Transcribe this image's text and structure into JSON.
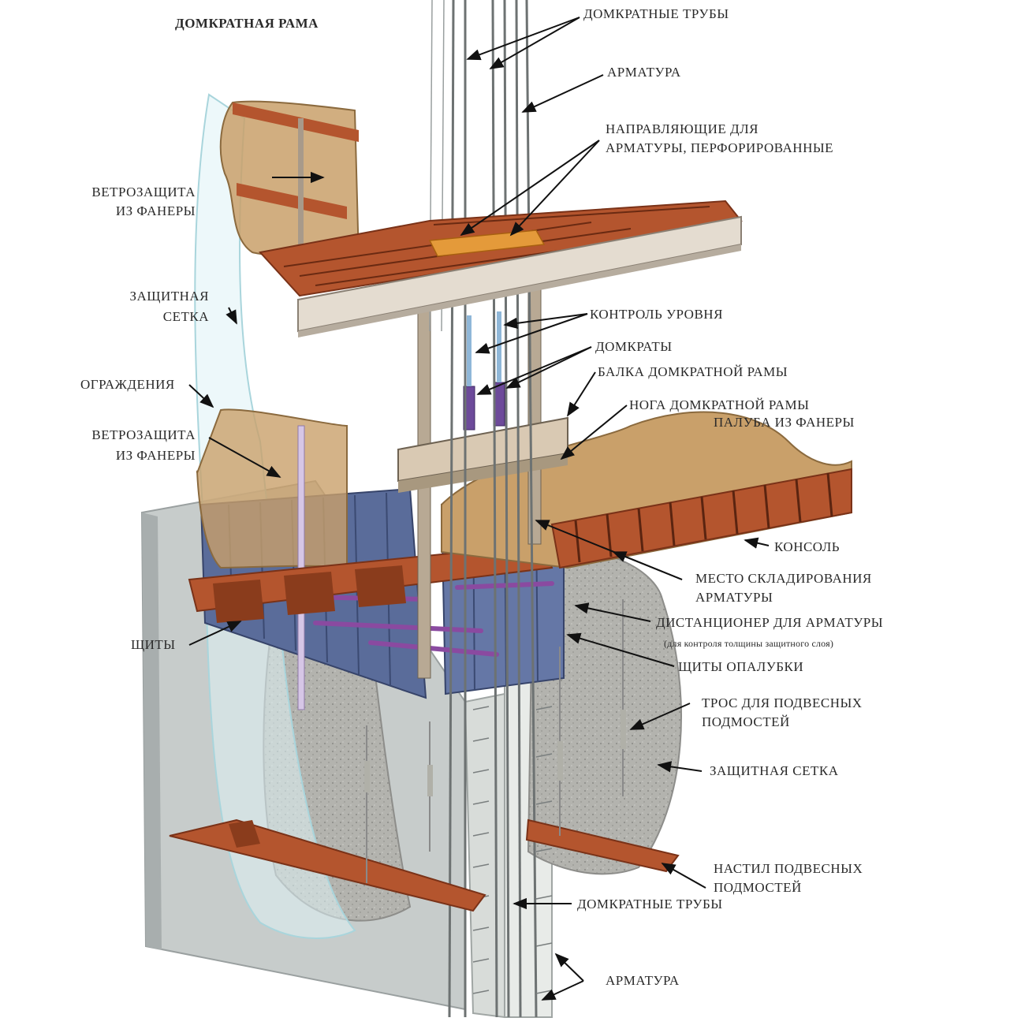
{
  "title": "ДОМКРАТНАЯ РАМА",
  "colors": {
    "deck": "#b4552e",
    "deck_dark": "#7a3218",
    "plywood": "#c9a06a",
    "formwork": "#5a6c9a",
    "concrete": "#c7cccb",
    "mesh": "#9a9a9a",
    "frame": "#c6b8a6"
  },
  "labels": {
    "jack_pipes_top": "ДОМКРАТНЫЕ ТРУБЫ",
    "rebar_top": "АРМАТУРА",
    "rebar_guides_1": "НАПРАВЛЯЮЩИЕ ДЛЯ",
    "rebar_guides_2": "АРМАТУРЫ, ПЕРФОРИРОВАННЫЕ",
    "wind_top_1": "ВЕТРОЗАЩИТА",
    "wind_top_2": "ИЗ ФАНЕРЫ",
    "net_left_1": "ЗАЩИТНАЯ",
    "net_left_2": "СЕТКА",
    "level_control": "КОНТРОЛЬ УРОВНЯ",
    "jacks": "ДОМКРАТЫ",
    "jack_beam": "БАЛКА ДОМКРАТНОЙ РАМЫ",
    "jack_leg": "НОГА ДОМКРАТНОЙ РАМЫ",
    "plywood_deck": "ПАЛУБА ИЗ ФАНЕРЫ",
    "railing": "ОГРАЖДЕНИЯ",
    "wind_mid_1": "ВЕТРОЗАЩИТА",
    "wind_mid_2": "ИЗ ФАНЕРЫ",
    "console": "КОНСОЛЬ",
    "rebar_storage_1": "МЕСТО СКЛАДИРОВАНИЯ",
    "rebar_storage_2": "АРМАТУРЫ",
    "spacer_1": "ДИСТАНЦИОНЕР ДЛЯ АРМАТУРЫ",
    "spacer_2": "(для контроля толщины защитного слоя)",
    "panels": "ЩИТЫ",
    "formwork_panels": "ЩИТЫ ОПАЛУБКИ",
    "cable_1": "ТРОС ДЛЯ ПОДВЕСНЫХ",
    "cable_2": "ПОДМОСТЕЙ",
    "net_right": "ЗАЩИТНАЯ СЕТКА",
    "hanging_deck_1": "НАСТИЛ ПОДВЕСНЫХ",
    "hanging_deck_2": "ПОДМОСТЕЙ",
    "jack_pipes_bottom": "ДОМКРАТНЫЕ ТРУБЫ",
    "rebar_bottom": "АРМАТУРА"
  }
}
